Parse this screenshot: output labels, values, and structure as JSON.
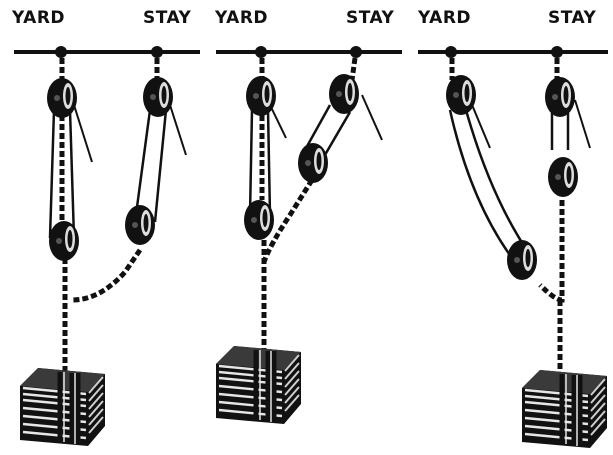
{
  "labels": {
    "p1_yard": "YARD",
    "p1_stay": "STAY",
    "p2_yard": "YARD",
    "p2_stay": "STAY",
    "p3_yard": "YARD",
    "p3_stay": "STAY"
  },
  "colors": {
    "ink": "#111111",
    "paper": "#ffffff",
    "highlight": "#dcdcdc"
  },
  "icons": {
    "block": "pulley-block-icon",
    "load": "cargo-bale-icon",
    "chain": "chain-icon"
  }
}
